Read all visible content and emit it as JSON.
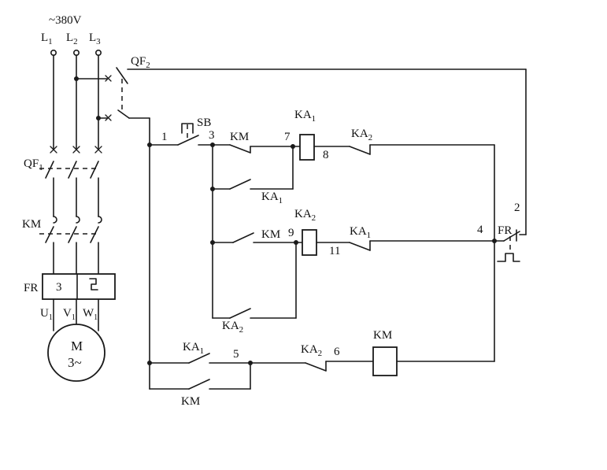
{
  "supply": {
    "voltage": "~380V"
  },
  "phases": [
    {
      "name": "L",
      "sub": "1"
    },
    {
      "name": "L",
      "sub": "2"
    },
    {
      "name": "L",
      "sub": "3"
    }
  ],
  "breakers": {
    "main": {
      "name": "QF",
      "sub": "1"
    },
    "control": {
      "name": "QF",
      "sub": "2"
    }
  },
  "contactor_label": "KM",
  "overload": {
    "label": "FR",
    "poles": "3",
    "contact_label": "FR"
  },
  "motor": {
    "terminals": [
      {
        "name": "U",
        "sub": "1"
      },
      {
        "name": "V",
        "sub": "1"
      },
      {
        "name": "W",
        "sub": "1"
      }
    ],
    "letter": "M",
    "phases": "3~"
  },
  "control_circuit": {
    "button": "SB",
    "nodes": [
      "1",
      "2",
      "3",
      "4",
      "5",
      "6",
      "7",
      "8",
      "9",
      "11"
    ],
    "km_contact": "KM",
    "relay1": {
      "name": "KA",
      "sub": "1"
    },
    "relay2": {
      "name": "KA",
      "sub": "2"
    },
    "coil_km": "KM"
  }
}
